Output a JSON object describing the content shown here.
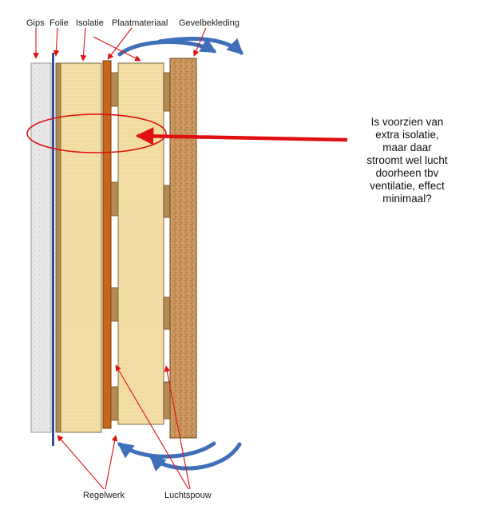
{
  "labels": {
    "gips": "Gips",
    "folie": "Folie",
    "isolatie": "Isolatie",
    "plaatmateriaal": "Plaatmateriaal",
    "gevelbekleding": "Gevelbekleding",
    "regelwerk": "Regelwerk",
    "luchtspouw": "Luchtspouw"
  },
  "note": {
    "line1": "Is voorzien van",
    "line2": "extra isolatie,",
    "line3": "maar daar",
    "line4": "stroomt wel lucht",
    "line5": "doorheen tbv",
    "line6": "ventilatie, effect",
    "line7": "minimaal?"
  },
  "colors": {
    "annotation_red": "#e01010",
    "airflow_blue": "#3f6fb8",
    "plywood": "#c8661a",
    "insulation": "#f3dfa5",
    "batten": "#b48a52",
    "cladding": "#c9925a",
    "gypsum": "#e6e6e6",
    "foil": "#2f4fa0"
  }
}
